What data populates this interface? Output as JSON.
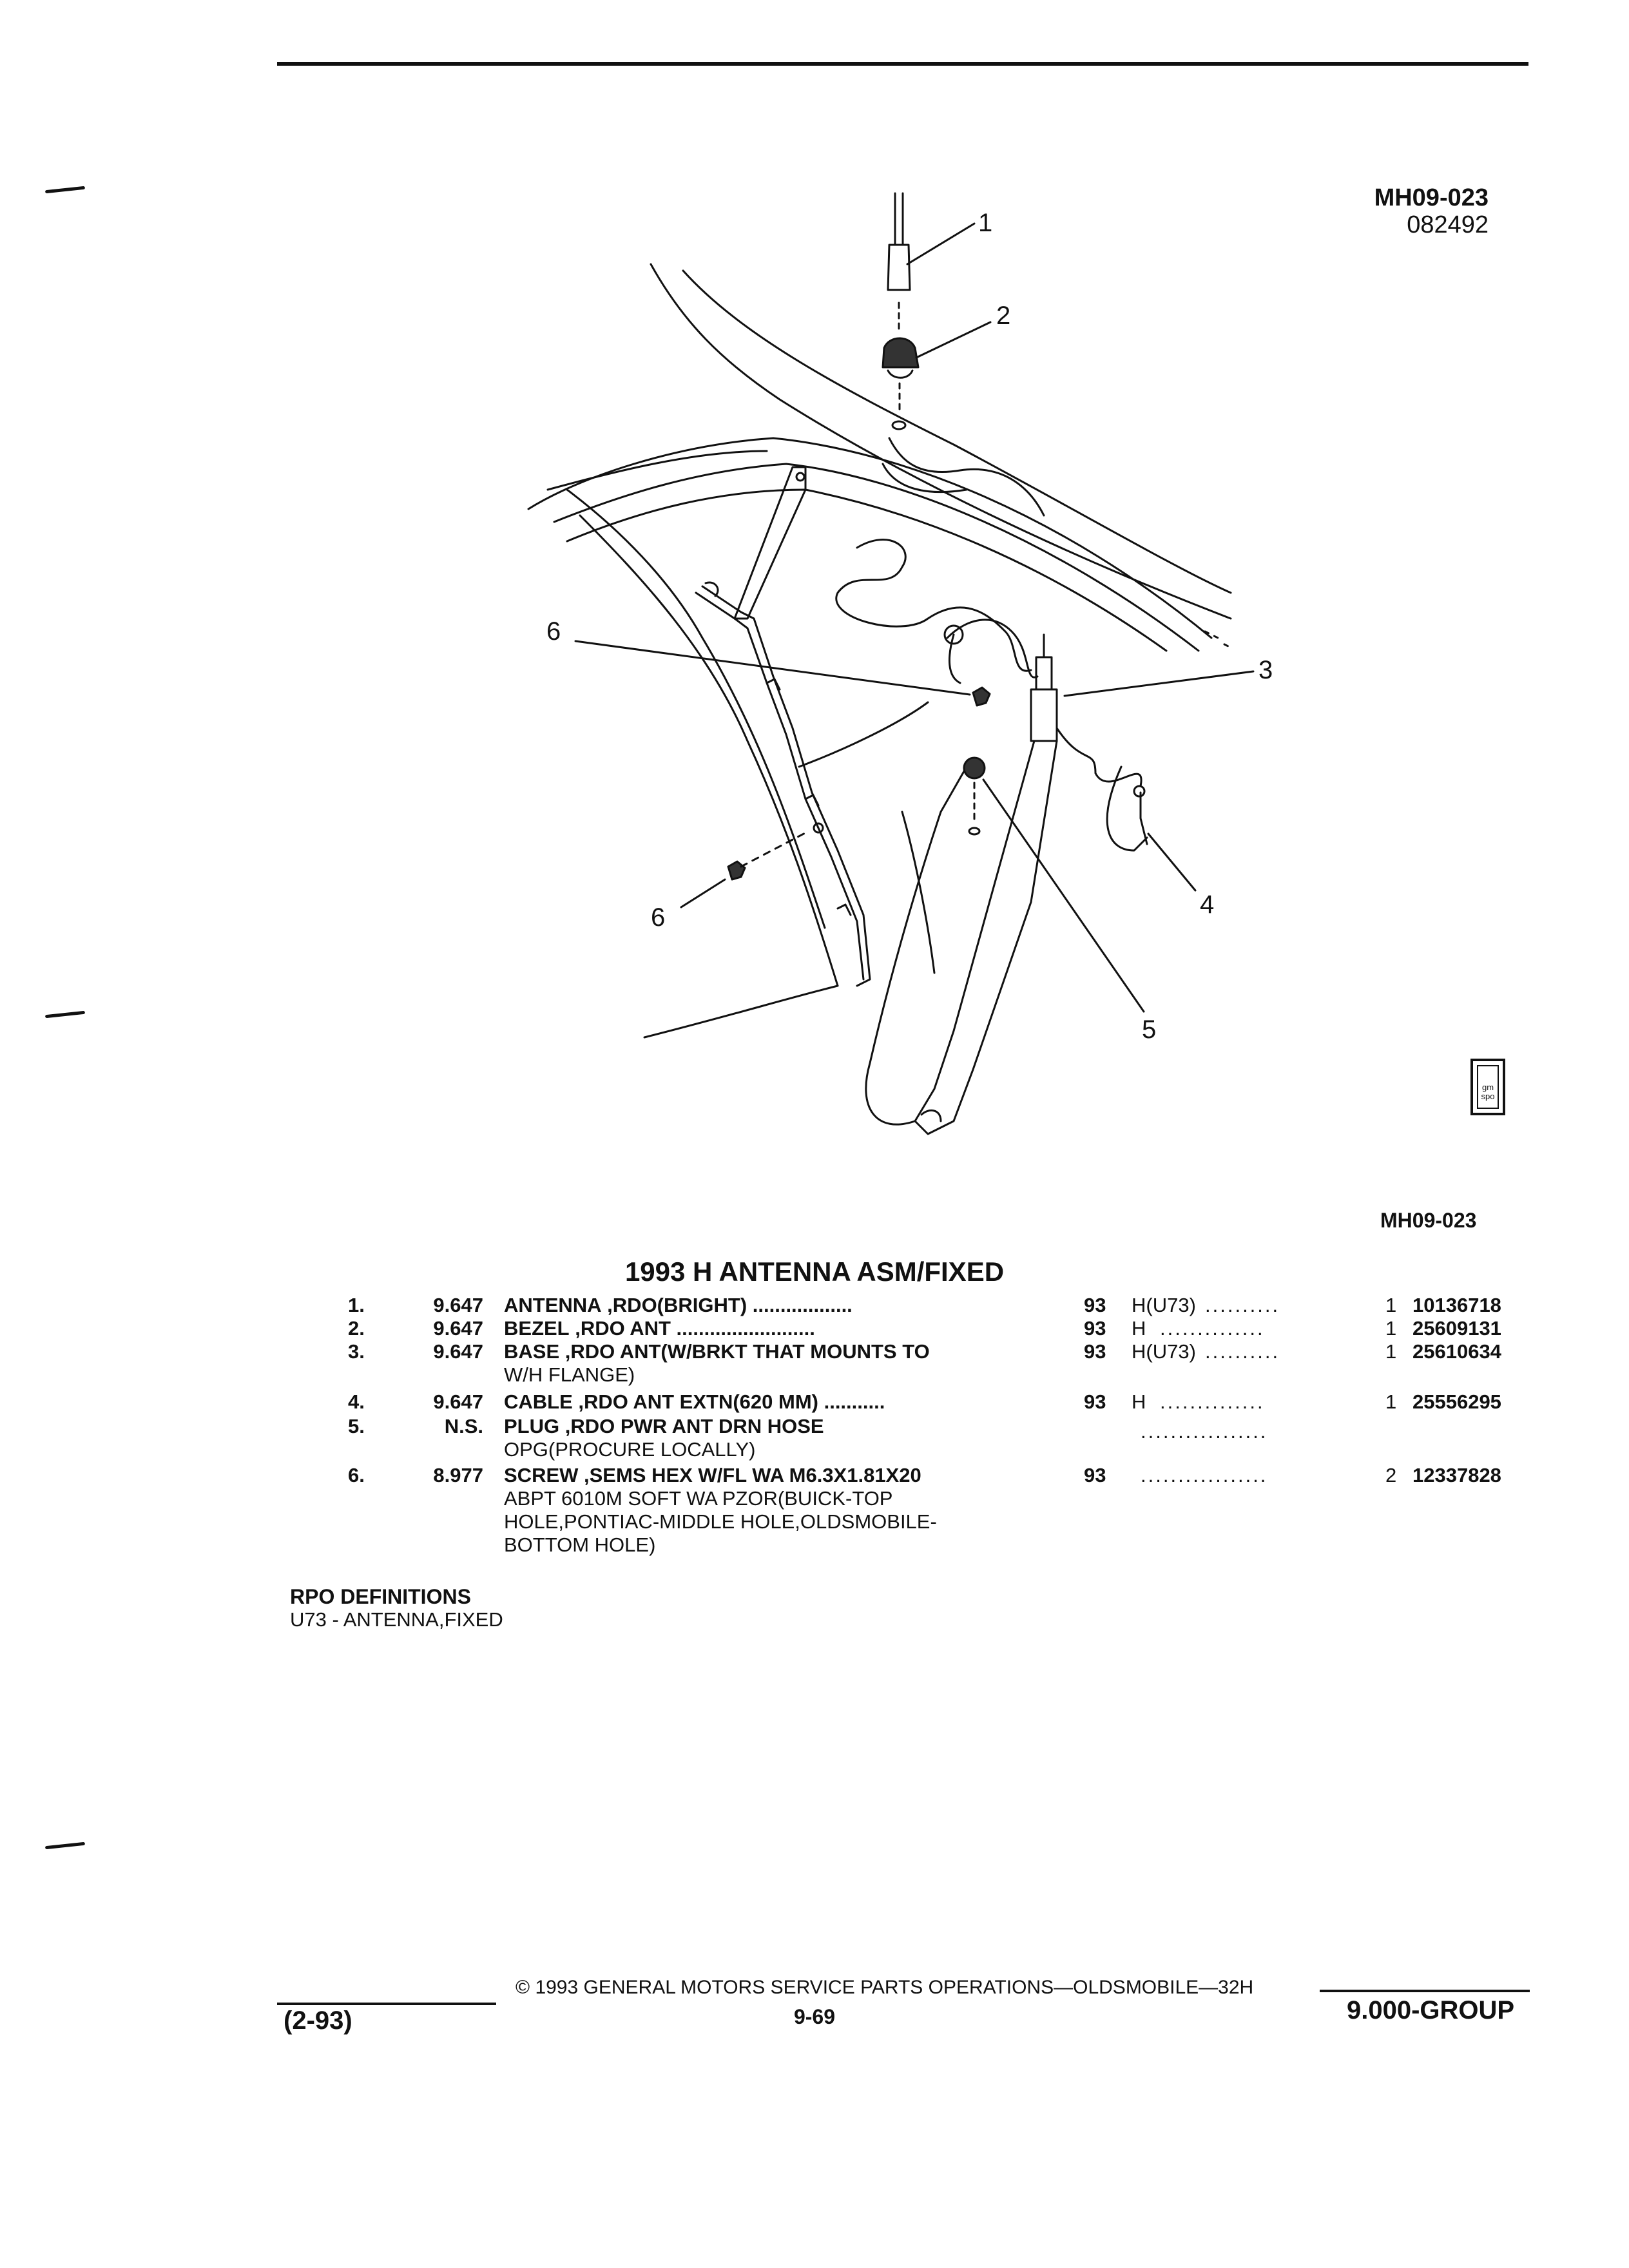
{
  "header": {
    "illustration_code": "MH09-023",
    "illustration_date": "082492"
  },
  "callouts": [
    "1",
    "2",
    "3",
    "4",
    "5",
    "6",
    "6"
  ],
  "figure_ref": "MH09-023",
  "logo_text": "gm spo",
  "title": "1993 H ANTENNA ASM/FIXED",
  "parts": [
    {
      "no": "1.",
      "group": "9.647",
      "name": "ANTENNA",
      "desc": " ,RDO(BRIGHT)",
      "dots": " ..................",
      "year": "93",
      "series": "H(U73)",
      "dots2": "..........",
      "qty": "1",
      "part_number": "10136718",
      "cont": []
    },
    {
      "no": "2.",
      "group": "9.647",
      "name": "BEZEL",
      "desc": " ,RDO ANT",
      "dots": " .........................",
      "year": "93",
      "series": "H",
      "dots2": "..............",
      "qty": "1",
      "part_number": "25609131",
      "cont": []
    },
    {
      "no": "3.",
      "group": "9.647",
      "name": "BASE",
      "desc": " ,RDO ANT(W/BRKT THAT MOUNTS TO",
      "dots": "",
      "year": "93",
      "series": "H(U73)",
      "dots2": "..........",
      "qty": "1",
      "part_number": "25610634",
      "cont": [
        "W/H FLANGE)"
      ]
    },
    {
      "no": "4.",
      "group": "9.647",
      "name": "CABLE",
      "desc": " ,RDO ANT EXTN(620 MM)",
      "dots": " ...........",
      "year": "93",
      "series": "H",
      "dots2": "..............",
      "qty": "1",
      "part_number": "25556295",
      "cont": []
    },
    {
      "no": "5.",
      "group": "N.S.",
      "name": "PLUG",
      "desc": " ,RDO PWR ANT DRN HOSE",
      "dots": "",
      "year": "",
      "series": "",
      "dots2": "",
      "qty": "",
      "part_number": "",
      "cont": [
        "OPG(PROCURE LOCALLY)"
      ],
      "cont_dots": "................."
    },
    {
      "no": "6.",
      "group": "8.977",
      "name": "SCREW",
      "desc": " ,SEMS HEX W/FL WA M6.3X1.81X20",
      "dots": "",
      "year": "93",
      "series": "",
      "dots2": ".................",
      "qty": "2",
      "part_number": "12337828",
      "cont": [
        "ABPT 6010M SOFT WA PZOR(BUICK-TOP",
        "HOLE,PONTIAC-MIDDLE HOLE,OLDSMOBILE-",
        "BOTTOM HOLE)"
      ]
    }
  ],
  "rpo": {
    "heading": "RPO DEFINITIONS",
    "items": [
      "U73 - ANTENNA,FIXED"
    ]
  },
  "footer": {
    "copyright": "©  1993  GENERAL MOTORS SERVICE PARTS OPERATIONS—OLDSMOBILE—32H",
    "page": "9-69",
    "left": "(2-93)",
    "right": "9.000-GROUP"
  }
}
